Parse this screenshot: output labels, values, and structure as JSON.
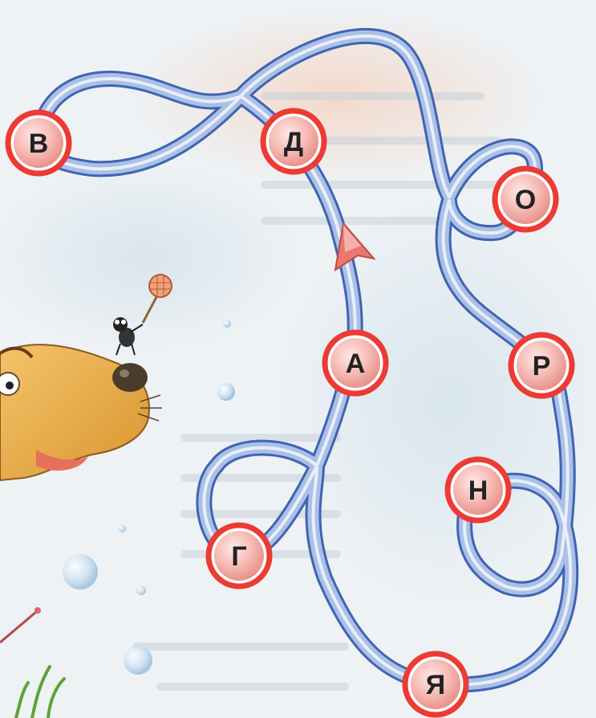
{
  "puzzle": {
    "letters": [
      {
        "id": "v",
        "label": "В"
      },
      {
        "id": "d",
        "label": "Д"
      },
      {
        "id": "o",
        "label": "О"
      },
      {
        "id": "a",
        "label": "А"
      },
      {
        "id": "r",
        "label": "Р"
      },
      {
        "id": "n",
        "label": "Н"
      },
      {
        "id": "g",
        "label": "Г"
      },
      {
        "id": "ya",
        "label": "Я"
      }
    ]
  }
}
